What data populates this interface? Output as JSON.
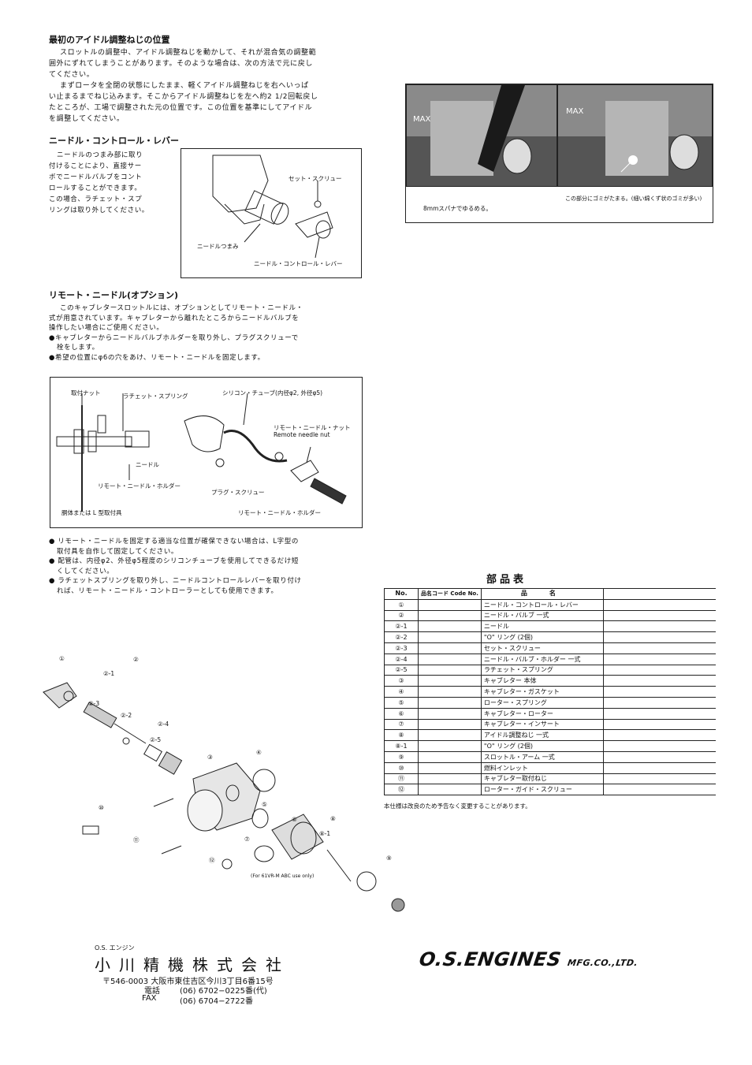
{
  "idle": {
    "title": "最初のアイドル調整ねじの位置",
    "lines": [
      "スロットルの調整中、アイドル調整ねじを動かして、それが混合気の調整範",
      "囲外にずれてしまうことがあります。そのような場合は、次の方法で元に戻し",
      "てください。",
      "まずロータを全閉の状態にしたまま、軽くアイドル調整ねじを右へいっぱ",
      "い止まるまでねじ込みます。そこからアイドル調整ねじを左へ約2 1/2回転戻し",
      "たところが、工場で調整された元の位置です。この位置を基準にしてアイドル",
      "を調整してください。"
    ]
  },
  "needle_lever": {
    "title": "ニードル・コントロール・レバー",
    "lines": [
      "ニードルのつまみ部に取り",
      "付けることにより、直接サー",
      "ボでニードルバルブをコント",
      "ロールすることができます。",
      "この場合、ラチェット・スプ",
      "リングは取り外してください。"
    ],
    "labels": {
      "set_screw": "セット・スクリュー",
      "knob": "ニードルつまみ",
      "lever": "ニードル・コントロール・レバー"
    }
  },
  "remote": {
    "title": "リモート・ニードル(オプション)",
    "lines": [
      "このキャブレタースロットルには、オプションとしてリモート・ニードル・",
      "式が用意されています。キャブレターから離れたところからニードルバルブを",
      "操作したい場合にご使用ください。",
      "●キャブレターからニードルバルブホルダーを取り外し、プラグスクリューで",
      "栓をします。",
      "●希望の位置にφ6の穴をあけ、リモート・ニードルを固定します。"
    ],
    "labels": {
      "nut": "取付ナット",
      "ratchet": "ラチェット・スプリング",
      "tube": "シリコン・チューブ(内径φ2, 外径φ5)",
      "remote_nut_jp": "リモート・ニードル・ナット",
      "remote_nut_en": "Remote needle nut",
      "needle": "ニードル",
      "holder1": "リモート・ニードル・ホルダー",
      "plug": "プラグ・スクリュー",
      "body": "胴体または L 型取付具",
      "holder2": "リモート・ニードル・ホルダー"
    },
    "notes": [
      "● リモート・ニードルを固定する適当な位置が確保できない場合は、L字型の",
      "取付具を自作して固定してください。",
      "● 配管は、内径φ2、外径φ5程度のシリコンチューブを使用してできるだけ短",
      "くしてください。",
      "● ラチェットスプリングを取り外し、ニードルコントロールレバーを取り付け",
      "れば、リモート・ニードル・コントローラーとしても使用できます。"
    ]
  },
  "photos": {
    "left_caption": "8mmスパナでゆるめる。",
    "right_caption": "この部分にゴミがたまる。(細い綿くず状のゴミが多い)",
    "left_label": "MAX",
    "right_label": "MAX"
  },
  "parts": {
    "title": "部品表",
    "headers": {
      "no": "No.",
      "code": "品名コード Code No.",
      "name": "品　名"
    },
    "rows": [
      {
        "no": "①",
        "name": "ニードル・コントロール・レバー"
      },
      {
        "no": "②",
        "name": "ニードル・バルブ 一式"
      },
      {
        "no": "②-1",
        "name": "ニードル"
      },
      {
        "no": "②-2",
        "name": "\"O\" リング (2個)"
      },
      {
        "no": "②-3",
        "name": "セット・スクリュー"
      },
      {
        "no": "②-4",
        "name": "ニードル・バルブ・ホルダー 一式"
      },
      {
        "no": "②-5",
        "name": "ラチェット・スプリング"
      },
      {
        "no": "③",
        "name": "キャブレター 本体"
      },
      {
        "no": "④",
        "name": "キャブレター・ガスケット"
      },
      {
        "no": "⑤",
        "name": "ローター・スプリング"
      },
      {
        "no": "⑥",
        "name": "キャブレター・ローター"
      },
      {
        "no": "⑦",
        "name": "キャブレター・インサート"
      },
      {
        "no": "⑧",
        "name": "アイドル調整ねじ 一式"
      },
      {
        "no": "⑧-1",
        "name": "\"O\" リング (2個)"
      },
      {
        "no": "⑨",
        "name": "スロットル・アーム 一式"
      },
      {
        "no": "⑩",
        "name": "燃料インレット"
      },
      {
        "no": "⑪",
        "name": "キャブレター取付ねじ"
      },
      {
        "no": "⑫",
        "name": "ローター・ガイド・スクリュー"
      }
    ],
    "note": "本仕様は改良のため予告なく変更することがあります。"
  },
  "exploded": {
    "labels": [
      "①",
      "②",
      "②-1",
      "②-2",
      "②-3",
      "②-4",
      "②-5",
      "③",
      "④",
      "⑤",
      "⑥",
      "⑦",
      "⑧",
      "⑧-1",
      "⑨",
      "⑪",
      "⑫",
      "⑩"
    ],
    "footnote": "(For 61VR-M ABC use only)"
  },
  "company": {
    "brand_small": "O.S. エンジン",
    "name_jp": "小川精機株式会社",
    "address": "〒546-0003 大阪市東住吉区今川3丁目6番15号",
    "tel_label": "電話",
    "tel": "(06) 6702−0225番(代)",
    "fax_label": "FAX",
    "fax": "(06) 6704−2722番",
    "logo_main": "O.S.ENGINES",
    "logo_sub": "MFG.CO.,LTD."
  }
}
